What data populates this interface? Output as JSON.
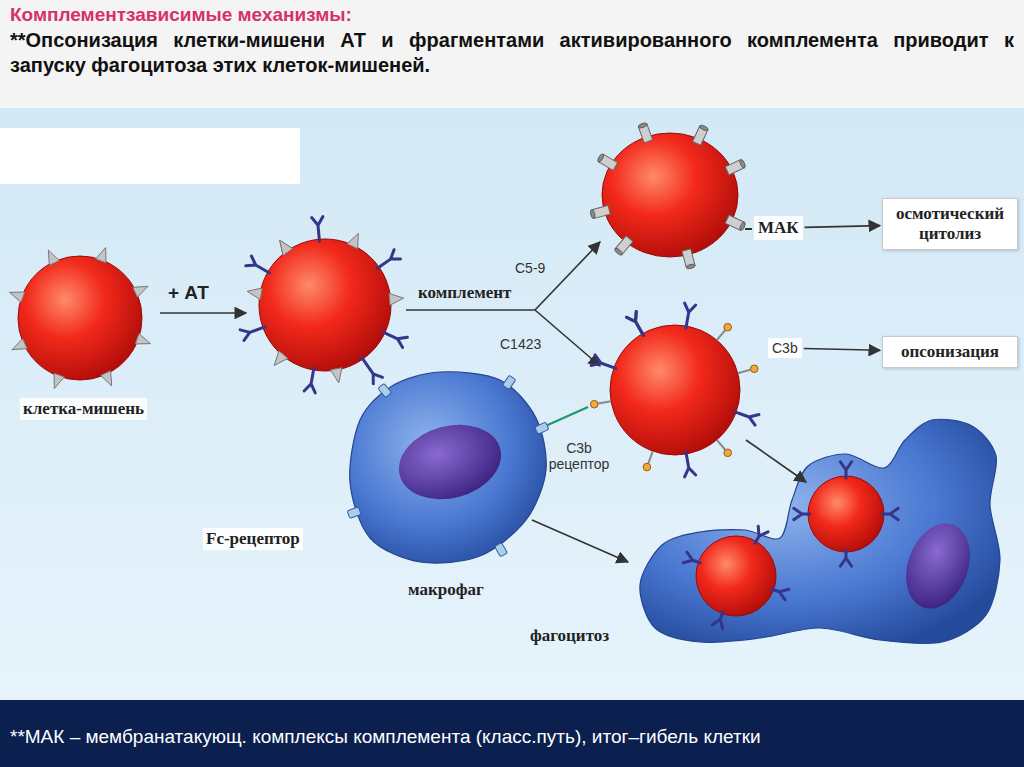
{
  "diagram": {
    "title": "Комплементзависимые механизмы:",
    "caption": "**МАК – мембранатакующ. комплексы комплемента (класс.путь), итог–гибель клетки",
    "nodes": [
      {
        "text": [
          "МАК"
        ]
      },
      {
        "text": [
          "осмотический цитолиз"
        ]
      },
      {
        "text": [
          "C3b"
        ]
      },
      {
        "text": [
          "опсонизация"
        ]
      }
    ],
    "edges": [
      {
        "from": 0,
        "to": 1,
        "arrow": "to"
      },
      {
        "from": 2,
        "to": 3,
        "arrow": "to"
      }
    ],
    "labels": [
      "**Опсонизация клетки-мишени АТ и фрагментами активированного комплемента приводит к запуску фагоцитоза этих клеток-мишеней.",
      "+ АТ",
      "клетка-мишень",
      "комплемент",
      "C5-9",
      "C1423",
      "C3b рецептор",
      "Fc-рецептор",
      "макрофаг",
      "фагоцитоз"
    ]
  }
}
